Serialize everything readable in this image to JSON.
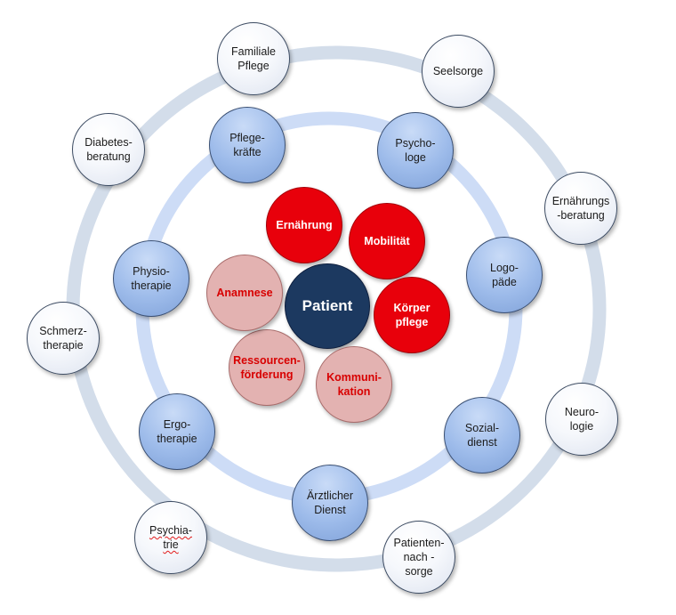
{
  "center": {
    "label": "Patient",
    "color": "#1c3960"
  },
  "inner_nodes": [
    {
      "id": "ernaehrung",
      "label": "Ernährung",
      "style": "strong"
    },
    {
      "id": "mobilitaet",
      "label": "Mobilität",
      "style": "strong"
    },
    {
      "id": "koerperpflege",
      "label": "Körper\npflege",
      "style": "strong"
    },
    {
      "id": "kommunikation",
      "label": "Kommuni-\nkation",
      "style": "soft"
    },
    {
      "id": "ressourcenfoerderung",
      "label": "Ressourcen-\nförderung",
      "style": "soft"
    },
    {
      "id": "anamnese",
      "label": "Anamnese",
      "style": "soft"
    }
  ],
  "middle_ring": [
    {
      "id": "pflegekraefte",
      "label": "Pflege-\nkräfte"
    },
    {
      "id": "psychologe",
      "label": "Psycho-\nloge"
    },
    {
      "id": "logopaede",
      "label": "Logo-\npäde"
    },
    {
      "id": "sozialdienst",
      "label": "Sozial-\ndienst"
    },
    {
      "id": "aerztlicher-dienst",
      "label": "Ärztlicher\nDienst"
    },
    {
      "id": "ergotherapie",
      "label": "Ergo-\ntherapie"
    },
    {
      "id": "physiotherapie",
      "label": "Physio-\ntherapie"
    }
  ],
  "outer_ring": [
    {
      "id": "familiale-pflege",
      "label": "Familiale\nPflege"
    },
    {
      "id": "seelsorge",
      "label": "Seelsorge"
    },
    {
      "id": "ernaehrungsberatung",
      "label": "Ernährungs\n-beratung"
    },
    {
      "id": "neurologie",
      "label": "Neuro-\nlogie"
    },
    {
      "id": "patientennachsorge",
      "label": "Patienten-\nnach -\nsorge"
    },
    {
      "id": "psychiatrie",
      "label": "Psychia-\ntrie",
      "spellcheck_underline": true
    },
    {
      "id": "schmerztherapie",
      "label": "Schmerz-\ntherapie"
    },
    {
      "id": "diabetesberatung",
      "label": "Diabetes-\nberatung"
    }
  ],
  "colors": {
    "ring_outer": "#d3ddea",
    "ring_middle": "#cddcf6",
    "inner_strong": "#e8000b",
    "inner_soft": "#e3b2b1",
    "middle_fill": "#9dbbea"
  }
}
